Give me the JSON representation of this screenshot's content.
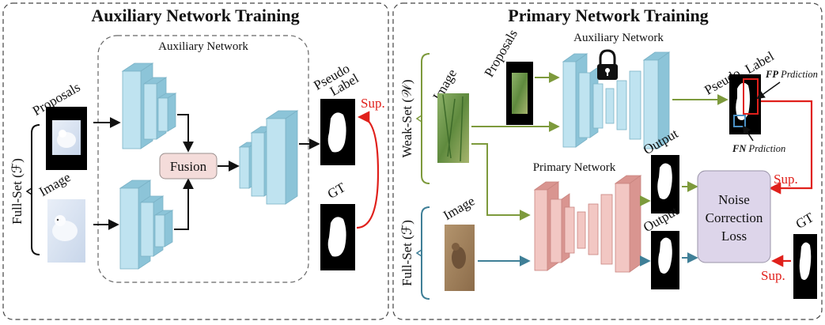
{
  "panels": {
    "left": {
      "title": "Auxiliary Network Training",
      "inner_label": "Auxiliary Network"
    },
    "right": {
      "title": "Primary Network Training"
    }
  },
  "left": {
    "proposals_label": "Proposals",
    "image_label": "Image",
    "fullset_label": "Full-Set (ℱ)",
    "fusion_label": "Fusion",
    "pseudo_label_line1": "Pseudo",
    "pseudo_label_line2": "Label",
    "gt_label": "GT",
    "sup_label": "Sup."
  },
  "right": {
    "weakset_label": "Weak-Set (𝒲)",
    "fullset_label": "Full-Set (ℱ)",
    "image_label_top": "Image",
    "image_label_bottom": "Image",
    "proposals_label": "Proposals",
    "aux_net_label": "Auxiliary Network",
    "primary_net_label": "Primary Network",
    "pseudo_label_word1": "Pseudo",
    "pseudo_label_word2": "Label",
    "fp_bold": "FP",
    "fp_rest": " Prdiction",
    "fn_bold": "FN",
    "fn_rest": " Prdiction",
    "output_label_top": "Output",
    "output_label_bottom": "Output",
    "loss_line1": "Noise",
    "loss_line2": "Correction",
    "loss_line3": "Loss",
    "gt_label": "GT",
    "sup_label_top": "Sup.",
    "sup_label_bottom": "Sup."
  },
  "colors": {
    "blue_face": "#bfe3f0",
    "blue_side": "#8cc4d8",
    "pink_face": "#f2c7c3",
    "pink_side": "#d99590",
    "fusion_fill": "#f4dcda",
    "loss_fill": "#ddd5ea",
    "green_arrow": "#7d9a3c",
    "teal_arrow": "#3f7f97",
    "red_arrow": "#e0201b"
  }
}
